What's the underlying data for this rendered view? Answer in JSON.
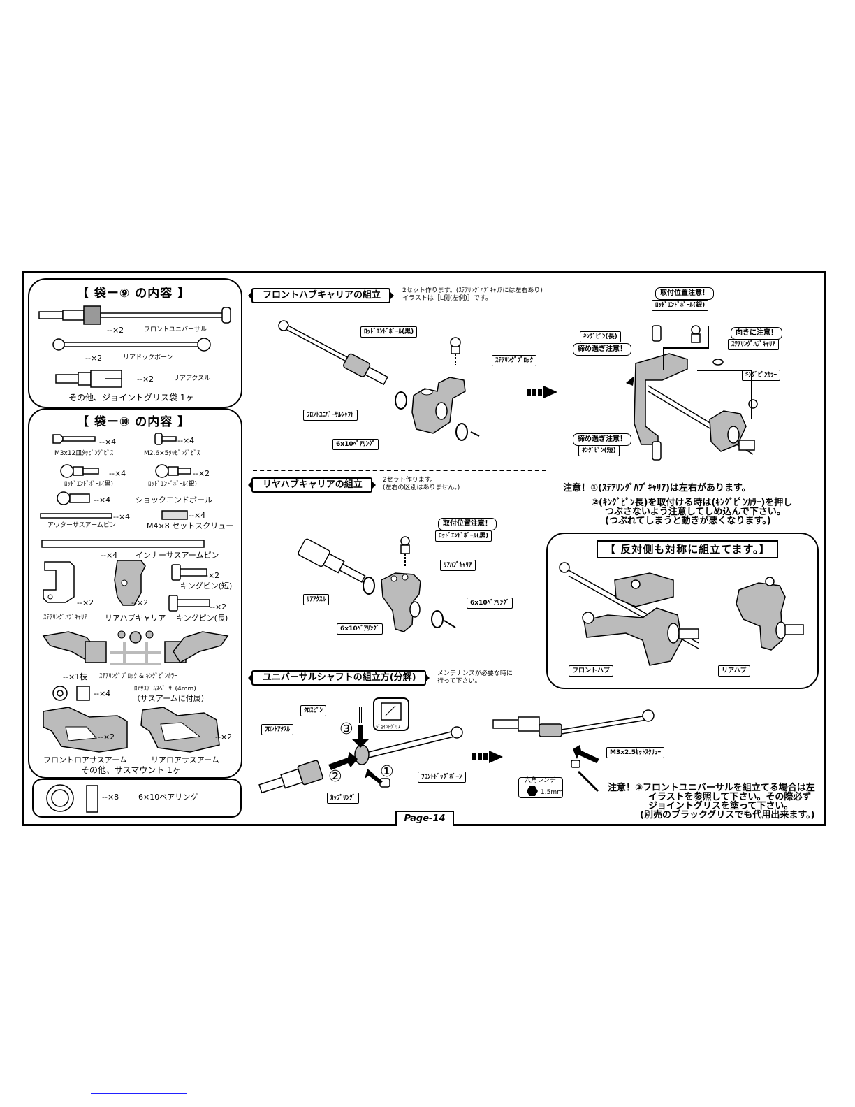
{
  "page_number": "Page-14",
  "bag9": {
    "title": "【 袋ー⑨ の内容 】",
    "items": [
      {
        "qty": "--×2",
        "name": "フロントユニバーサル"
      },
      {
        "qty": "--×2",
        "name": "リアドックボーン"
      },
      {
        "qty": "--×2",
        "name": "リアアクスル"
      }
    ],
    "footer": "その他、ジョイントグリス袋 1ヶ"
  },
  "bag10": {
    "title": "【 袋ー⑩ の内容 】",
    "screw_tap": {
      "qty": "--×4",
      "name": "M3x12皿ﾀｯﾋﾟﾝｸﾞﾋﾞｽ"
    },
    "screw_tap2": {
      "qty": "--×4",
      "name": "M2.6×5ﾀｯﾋﾟﾝｸﾞﾋﾞｽ"
    },
    "ball_black": {
      "qty": "--×4",
      "name": "ﾛｯﾄﾞｴﾝﾄﾞﾎﾞｰﾙ(黒)"
    },
    "ball_silver": {
      "qty": "--×2",
      "name": "ﾛｯﾄﾞｴﾝﾄﾞﾎﾞｰﾙ(銀)"
    },
    "shock_ball": {
      "qty": "--×4",
      "name": "ショックエンドボール"
    },
    "outer_pin": {
      "qty": "--×4",
      "name": "アウターサスアームピン"
    },
    "set_screw": {
      "qty": "--×4",
      "name": "M4×8 セットスクリュー"
    },
    "inner_pin": {
      "qty": "--×4",
      "name": "インナーサスアームピン"
    },
    "king_short": {
      "qty": "--×2",
      "name": "キングピン(短)"
    },
    "steer_carrier": {
      "qty": "--×2",
      "name": "ｽﾃｱﾘﾝｸﾞﾊﾌﾞｷｬﾘｱ"
    },
    "rear_carrier": {
      "qty": "--×2",
      "name": "リアハブキャリア"
    },
    "king_long": {
      "qty": "--×2",
      "name": "キングピン(長)"
    },
    "tree": {
      "qty": "--×1枝",
      "name": "ｽﾃｱﾘﾝｸﾞﾌﾞﾛｯｸ & ｷﾝｸﾞﾋﾟﾝｶﾗｰ"
    },
    "spacer": {
      "qty": "--×4",
      "name": "ﾛｱｻｽｱｰﾑｽﾍﾟｰｻｰ(4mm)",
      "note": "（サスアームに付属）"
    },
    "front_arm": {
      "qty": "--×2",
      "name": "フロントロアサスアーム"
    },
    "rear_arm": {
      "qty": "--×2",
      "name": "リアロアサスアーム"
    },
    "footer": "その他、サスマウント 1ヶ"
  },
  "bearing_box": {
    "qty": "--×8",
    "name": "6×10ベアリング"
  },
  "front_hub": {
    "title": "フロントハブキャリアの組立",
    "note1": "2セット作ります。(ｽﾃｱﾘﾝｸﾞﾊﾌﾞｷｬﾘｱには左右あり)",
    "note2": "イラストは［L側(左側)］です。",
    "labels": {
      "ball_black": "ﾛｯﾄﾞｴﾝﾄﾞﾎﾞｰﾙ(黒)",
      "steer_block": "ｽﾃｱﾘﾝｸﾞﾌﾞﾛｯｸ",
      "front_shaft": "ﾌﾛﾝﾄﾕﾆﾊﾞｰｻﾙｼｬﾌﾄ",
      "bearing": "6x10ﾍﾞｱﾘﾝｸﾞ"
    }
  },
  "front_hub_right": {
    "warn_pos": "取付位置注意！",
    "ball_silver": "ﾛｯﾄﾞｴﾝﾄﾞﾎﾞｰﾙ(銀)",
    "king_long": "ｷﾝｸﾞﾋﾟﾝ(長)",
    "warn_tight": "締め過ぎ注意！",
    "warn_dir": "向きに注意！",
    "carrier": "ｽﾃｱﾘﾝｸﾞﾊﾌﾞｷｬﾘｱ",
    "collar": "ｷﾝｸﾞﾋﾟﾝｶﾗｰ",
    "warn_tight2": "締め過ぎ注意！",
    "king_short": "ｷﾝｸﾞﾋﾟﾝ(短)"
  },
  "notes": {
    "n1": "注意！①(ｽﾃｱﾘﾝｸﾞﾊﾌﾞｷｬﾘｱ)は左右があります。",
    "n2a": "②(ｷﾝｸﾞﾋﾟﾝ長)を取付ける時は(ｷﾝｸﾞﾋﾟﾝｶﾗｰ)を押し",
    "n2b": "つぶさないよう注意してしめ込んで下さい。",
    "n2c": "(つぶれてしまうと動きが悪くなります。)"
  },
  "rear_hub": {
    "title": "リヤハブキャリアの組立",
    "note1": "2セット作ります。",
    "note2": "(左右の区別はありません。)",
    "labels": {
      "warn_pos": "取付位置注意！",
      "ball_black": "ﾛｯﾄﾞｴﾝﾄﾞﾎﾞｰﾙ(黒)",
      "carrier": "ﾘｱﾊﾌﾞｷｬﾘｱ",
      "axle": "ﾘｱｱｸｽﾙ",
      "bearing1": "6x10ﾍﾞｱﾘﾝｸﾞ",
      "bearing2": "6x10ﾍﾞｱﾘﾝｸﾞ"
    }
  },
  "mirror": {
    "title": "【 反対側も対称に組立てます。】",
    "front": "フロントハブ",
    "rear": "リアハブ"
  },
  "universal": {
    "title": "ユニバーサルシャフトの組立方(分解)",
    "note1": "メンテナンスが必要な時に",
    "note2": "行って下さい。",
    "labels": {
      "cross_pin": "ｸﾛｽﾋﾟﾝ",
      "front_axle": "ﾌﾛﾝﾄｱｸｽﾙ",
      "grease": "ｼﾞｮｲﾝﾄｸﾞﾘｽ",
      "dogbone": "ﾌﾛﾝﾄﾄﾞｯｸﾞﾎﾞｰﾝ",
      "cup_ring": "ｶｯﾌﾟﾘﾝｸﾞ",
      "set_screw": "M3x2.5ｾｯﾄｽｸﾘｭｰ",
      "hex": "六角レンチ",
      "hex_size": "1.5mm",
      "step1": "①",
      "step2": "②",
      "step3": "③"
    },
    "note_a": "注意！③フロントユニバーサルを組立てる場合は左",
    "note_b": "イラストを参照して下さい。その際必ず",
    "note_c": "ジョイントグリスを塗って下さい。",
    "note_d": "(別売のブラックグリスでも代用出来ます。)"
  }
}
